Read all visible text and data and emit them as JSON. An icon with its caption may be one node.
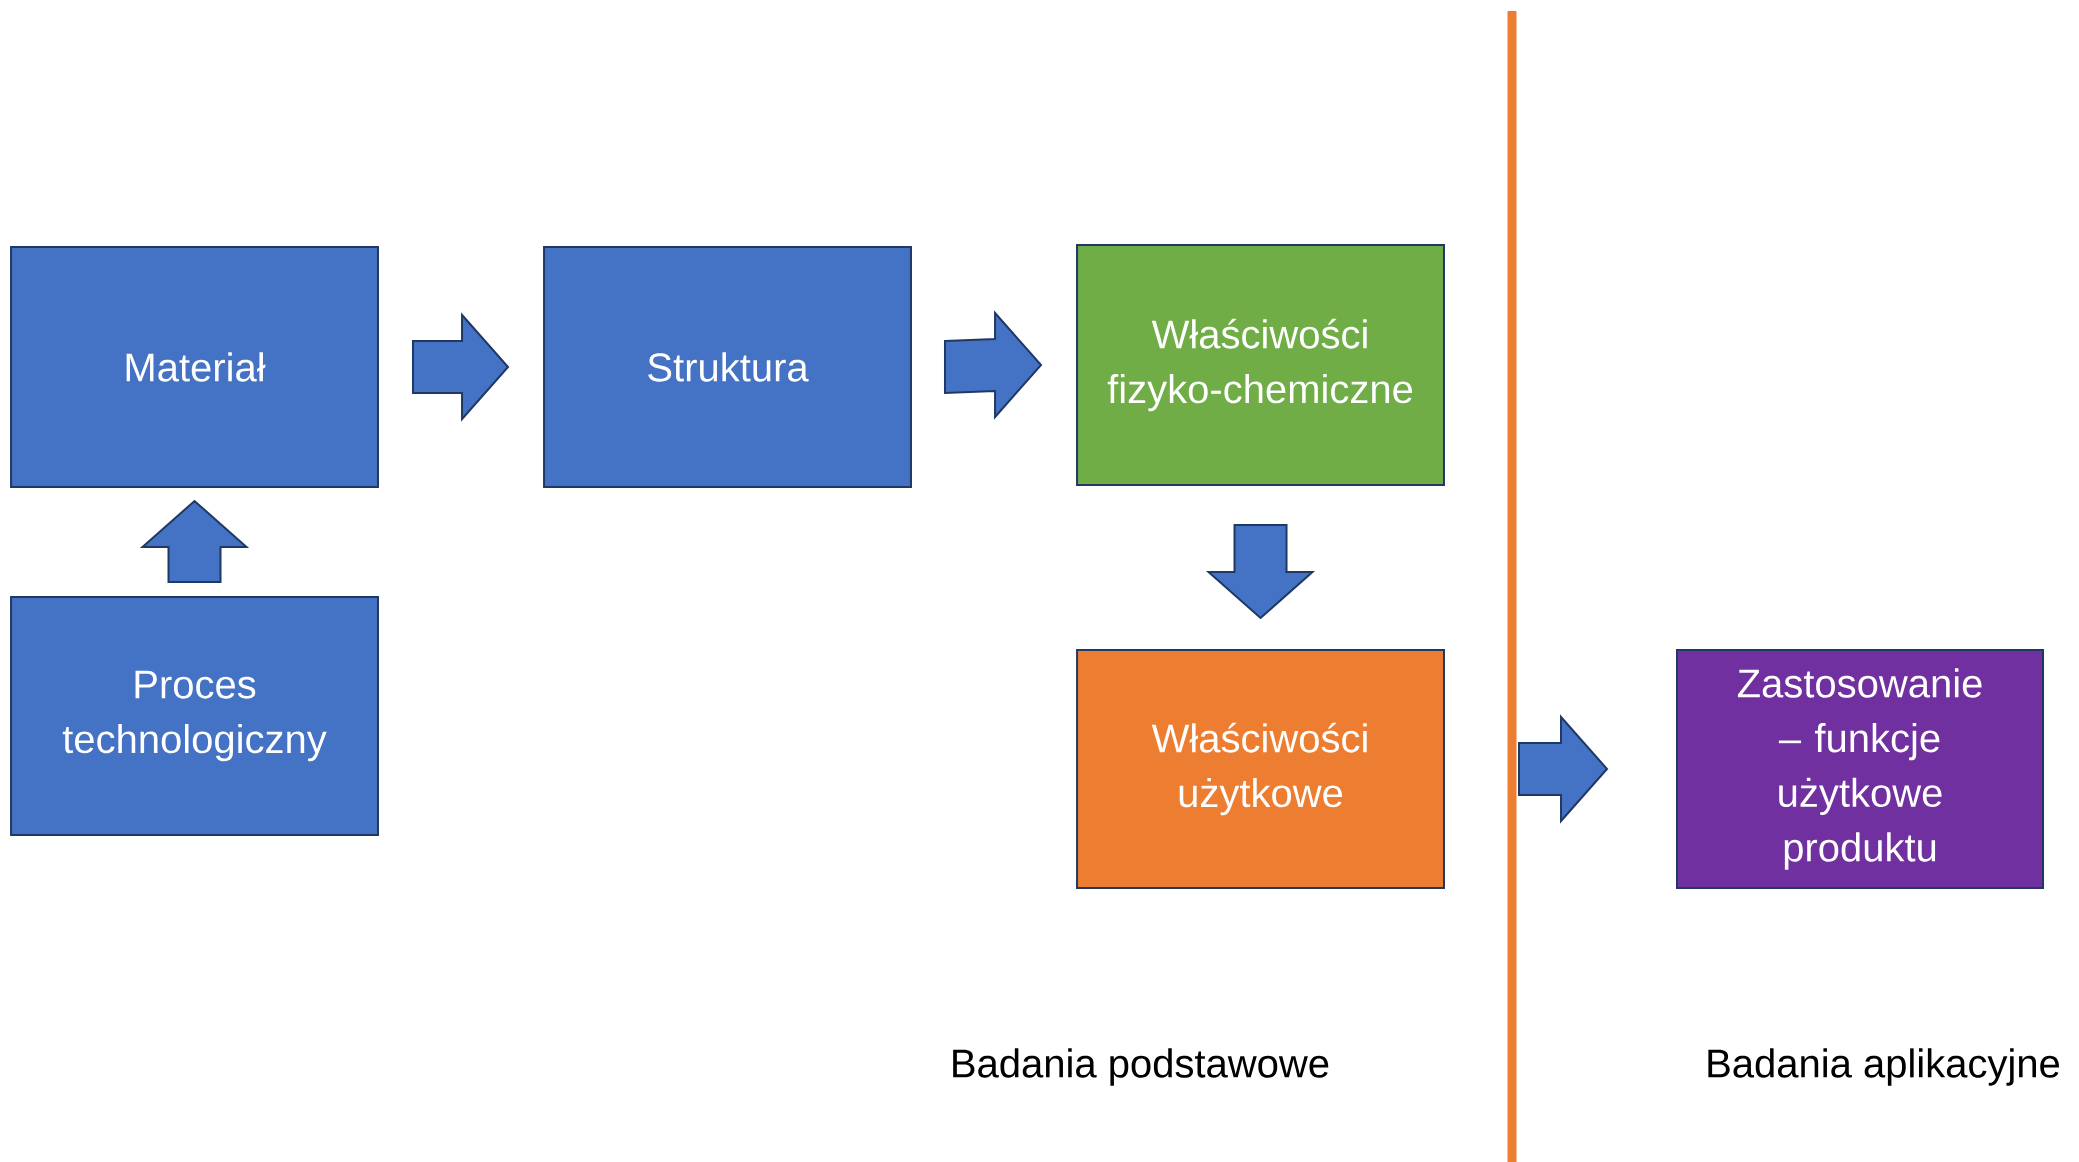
{
  "diagram": {
    "nodes": [
      {
        "text": [
          "Materiał"
        ]
      },
      {
        "text": [
          "Struktura"
        ]
      },
      {
        "text": [
          "Właściwości fizyko-chemiczne"
        ]
      },
      {
        "text": [
          "Proces technologiczny"
        ]
      },
      {
        "text": [
          "Właściwości użytkowe"
        ]
      },
      {
        "text": [
          "Zastosowanie – funkcje użytkowe produktu"
        ]
      }
    ],
    "edges": [
      {
        "from": 0,
        "to": 1,
        "arrow": "to"
      },
      {
        "from": 1,
        "to": 2,
        "arrow": "to"
      },
      {
        "from": 3,
        "to": 0,
        "arrow": "to"
      },
      {
        "from": 2,
        "to": 4,
        "arrow": "to"
      },
      {
        "from": 4,
        "to": 5,
        "arrow": "to"
      }
    ],
    "labels": [
      "Badania podstawowe",
      "Badania aplikacyjne"
    ]
  }
}
